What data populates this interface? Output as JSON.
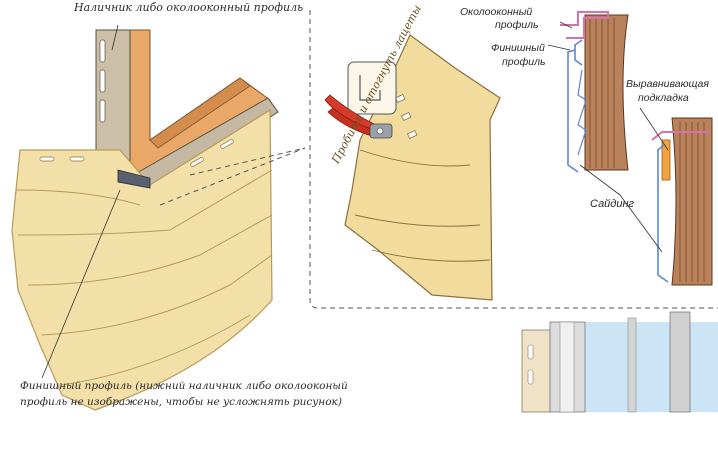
{
  "labels": {
    "top_left": "Наличник либо околооконный профиль",
    "bottom_left_line1": "Финишный профиль (нижний наличник либо околооконый",
    "bottom_left_line2": "профиль не изображены, чтобы не усложнять рисунок)",
    "panel_text": "Пробить и отогнуть лацеты",
    "window_profile_line1": "Околооконный",
    "window_profile_line2": "профиль",
    "finish_profile_line1": "Финишный",
    "finish_profile_line2": "профиль",
    "leveling_line1": "Выравнивающая",
    "leveling_line2": "подкладка",
    "siding": "Сайдинг"
  },
  "colors": {
    "siding": "#f3dfa8",
    "siding_edge": "#d9bf7a",
    "frame_wood": "#e9a868",
    "profile_grey": "#c9bfae",
    "wall_wood": "#b9825a",
    "finish_profile_blue": "#6b8fd6",
    "window_profile_pink": "#d86fb0",
    "glass": "#cbe4f6"
  }
}
